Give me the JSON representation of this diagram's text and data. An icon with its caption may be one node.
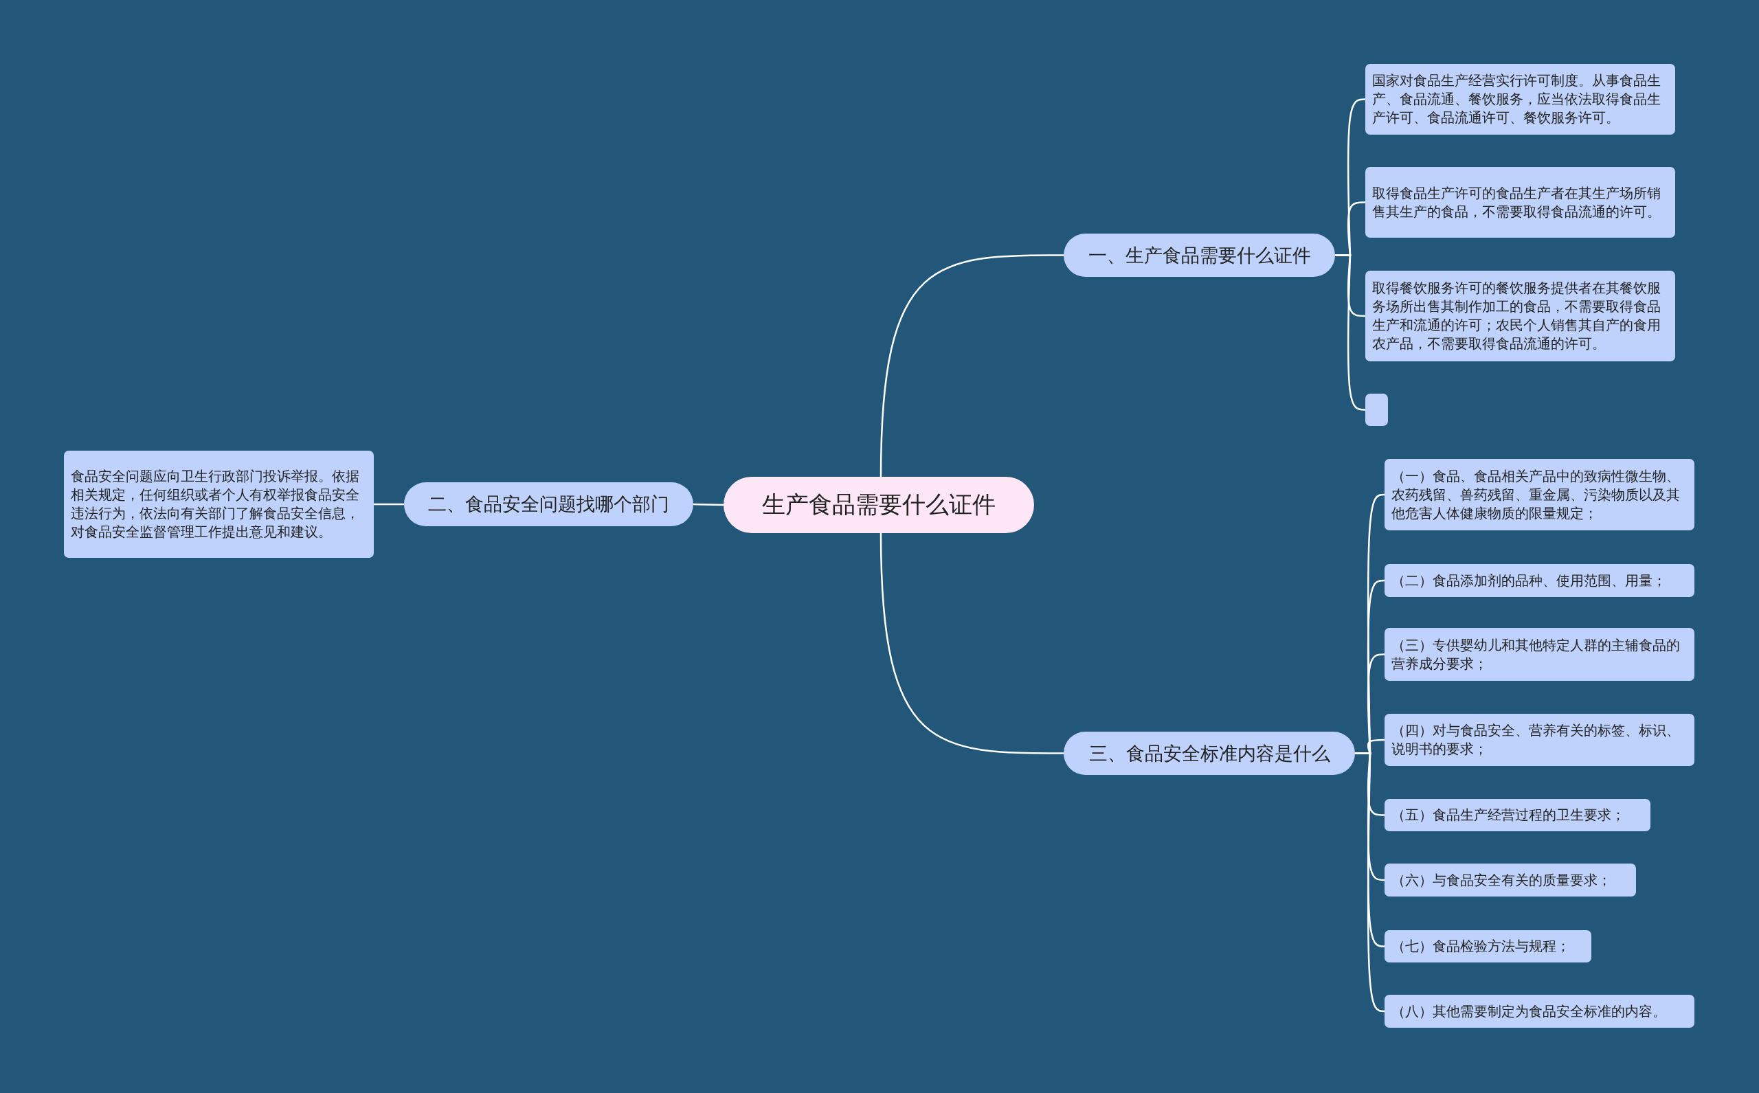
{
  "diagram": {
    "nodes": [
      {
        "text": [
          "生产食品需要什么证件"
        ]
      },
      {
        "text": [
          "一、生产食品需要什么证件"
        ]
      },
      {
        "text": [
          "国家对食品生产经营实行许可制度。从事食品生产、食品流通、餐饮服务，应当依法取得食品生产许可、食品流通许可、餐饮服务许可。"
        ]
      },
      {
        "text": [
          "取得食品生产许可的食品生产者在其生产场所销售其生产的食品，不需要取得食品流通的许可。"
        ]
      },
      {
        "text": [
          "取得餐饮服务许可的餐饮服务提供者在其餐饮服务场所出售其制作加工的食品，不需要取得食品生产和流通的许可；农民个人销售其自产的食用农产品，不需要取得食品流通的许可。"
        ]
      },
      {
        "text": [],
        "shape": "box"
      },
      {
        "text": [
          "二、食品安全问题找哪个部门"
        ]
      },
      {
        "text": [
          "食品安全问题应向卫生行政部门投诉举报。依据相关规定，任何组织或者个人有权举报食品安全违法行为，依法向有关部门了解食品安全信息，对食品安全监督管理工作提出意见和建议。"
        ]
      },
      {
        "text": [
          "三、食品安全标准内容是什么"
        ]
      },
      {
        "text": [
          "（一）食品、食品相关产品中的致病性微生物、农药残留、兽药残留、重金属、污染物质以及其他危害人体健康物质的限量规定；"
        ]
      },
      {
        "text": [
          "（二）食品添加剂的品种、使用范围、用量；"
        ]
      },
      {
        "text": [
          "（三）专供婴幼儿和其他特定人群的主辅食品的营养成分要求；"
        ]
      },
      {
        "text": [
          "（四）对与食品安全、营养有关的标签、标识、说明书的要求；"
        ]
      },
      {
        "text": [
          "（五）食品生产经营过程的卫生要求；"
        ]
      },
      {
        "text": [
          "（六）与食品安全有关的质量要求；"
        ]
      },
      {
        "text": [
          "（七）食品检验方法与规程；"
        ]
      },
      {
        "text": [
          "（八）其他需要制定为食品安全标准的内容。"
        ]
      }
    ],
    "edges": [
      {
        "from": 0,
        "to": 1,
        "arrow": "none"
      },
      {
        "from": 1,
        "to": 2,
        "arrow": "none"
      },
      {
        "from": 1,
        "to": 3,
        "arrow": "none"
      },
      {
        "from": 1,
        "to": 4,
        "arrow": "none"
      },
      {
        "from": 1,
        "to": 5,
        "arrow": "none"
      },
      {
        "from": 0,
        "to": 6,
        "arrow": "none"
      },
      {
        "from": 6,
        "to": 7,
        "arrow": "none"
      },
      {
        "from": 0,
        "to": 8,
        "arrow": "none"
      },
      {
        "from": 8,
        "to": 9,
        "arrow": "none"
      },
      {
        "from": 8,
        "to": 10,
        "arrow": "none"
      },
      {
        "from": 8,
        "to": 11,
        "arrow": "none"
      },
      {
        "from": 8,
        "to": 12,
        "arrow": "none"
      },
      {
        "from": 8,
        "to": 13,
        "arrow": "none"
      },
      {
        "from": 8,
        "to": 14,
        "arrow": "none"
      },
      {
        "from": 8,
        "to": 15,
        "arrow": "none"
      },
      {
        "from": 8,
        "to": 16,
        "arrow": "none"
      }
    ]
  }
}
